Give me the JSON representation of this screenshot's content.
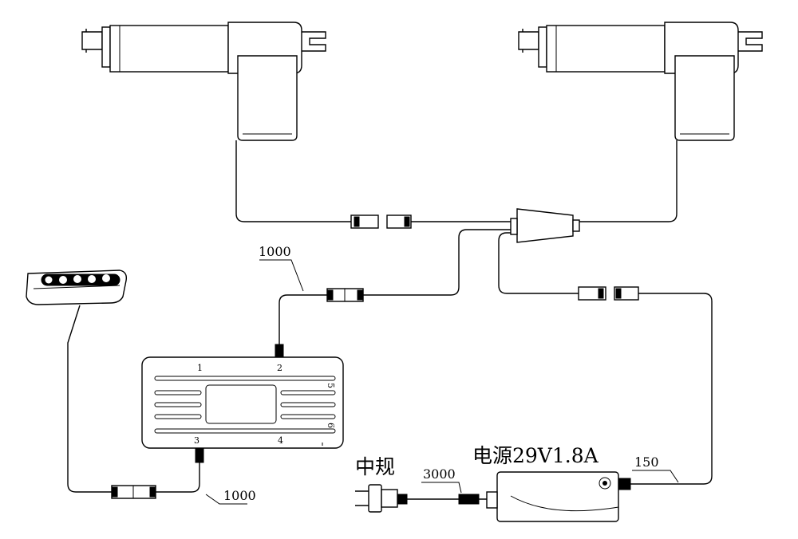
{
  "labels": {
    "dim_control_upper": "1000",
    "dim_control_lower": "1000",
    "dim_plug_cable": "3000",
    "dim_power_out": "150",
    "plug_type": "中规",
    "power_supply": "电源29V1.8A"
  },
  "control_box": {
    "ports": [
      "1",
      "2",
      "3",
      "4",
      "5",
      "6"
    ]
  }
}
